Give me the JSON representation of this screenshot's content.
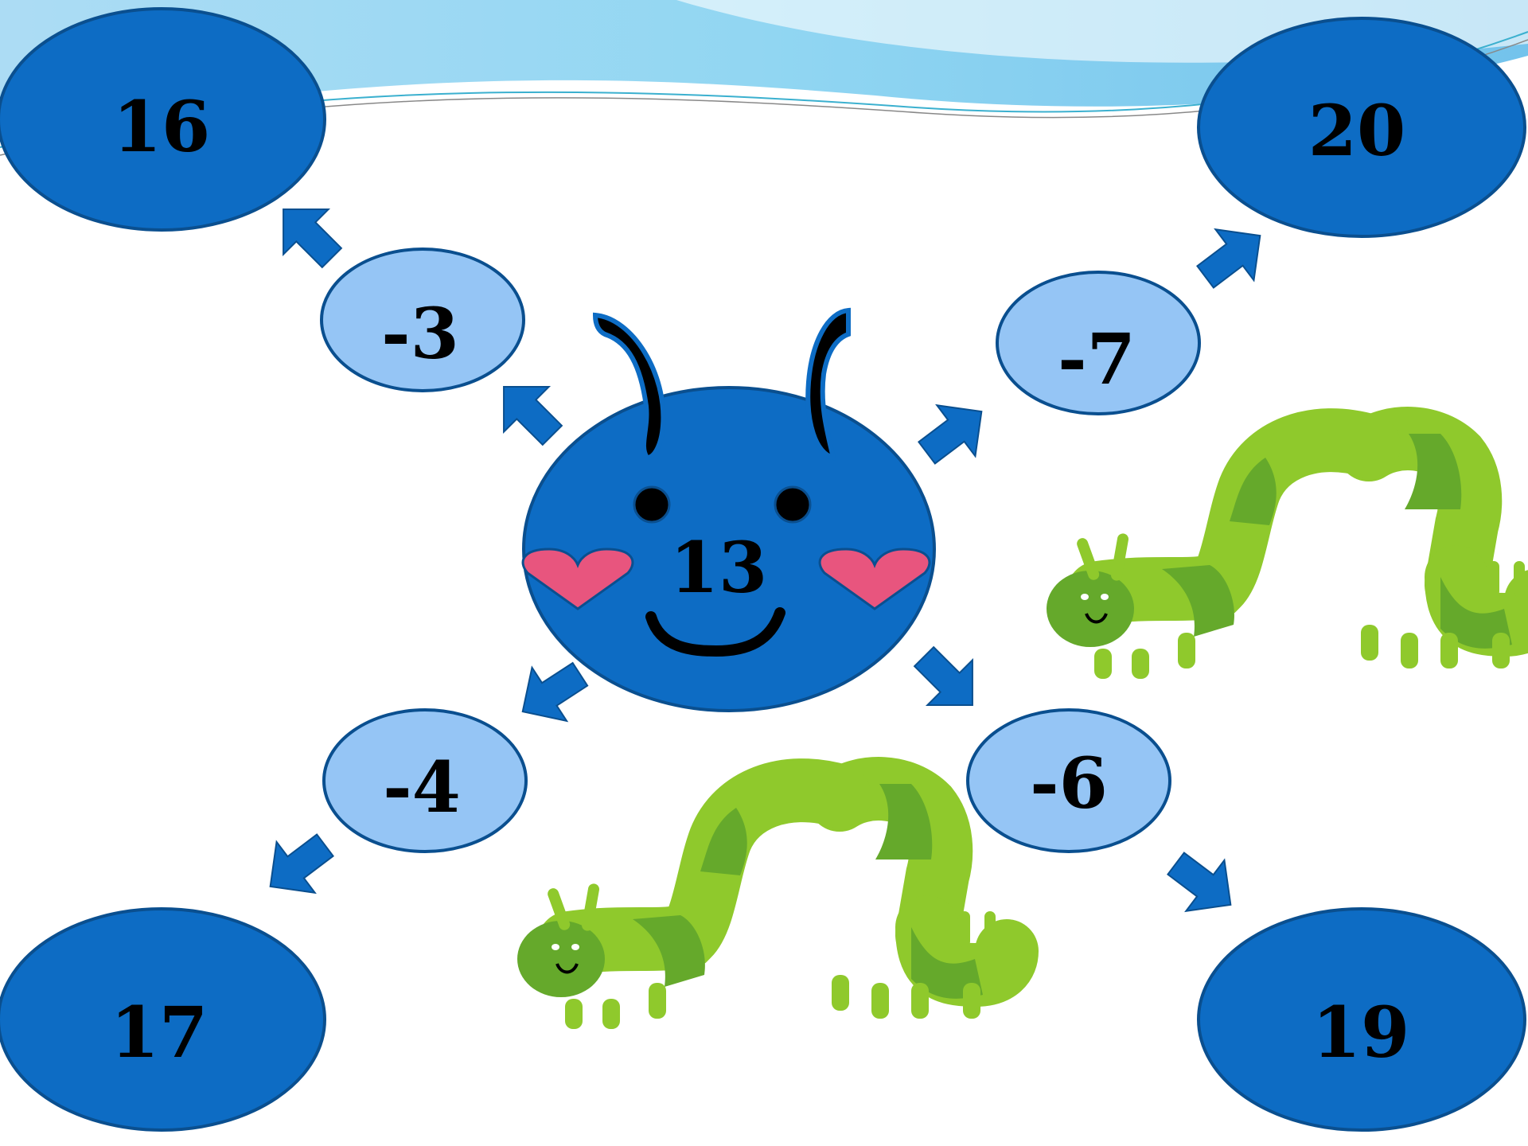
{
  "center": {
    "value": "13"
  },
  "operators": [
    {
      "id": "tl",
      "label": "-3"
    },
    {
      "id": "tr",
      "label": "-7"
    },
    {
      "id": "bl",
      "label": "-4"
    },
    {
      "id": "br",
      "label": "-6"
    }
  ],
  "results": [
    {
      "id": "tl",
      "value": "16"
    },
    {
      "id": "tr",
      "value": "20"
    },
    {
      "id": "bl",
      "value": "17"
    },
    {
      "id": "br",
      "value": "19"
    }
  ],
  "colors": {
    "result_fill": "#0d6cc4",
    "operator_fill": "#95c5f5",
    "outline": "#0a4f8f",
    "arrow": "#0d6cc4",
    "cheek": "#e8557e",
    "caterpillar_light": "#8fc92c",
    "caterpillar_dark": "#65a92b",
    "banner": "#7ecff0"
  },
  "icons": [
    "caterpillar-icon",
    "heart-icon",
    "arrow-icon"
  ]
}
